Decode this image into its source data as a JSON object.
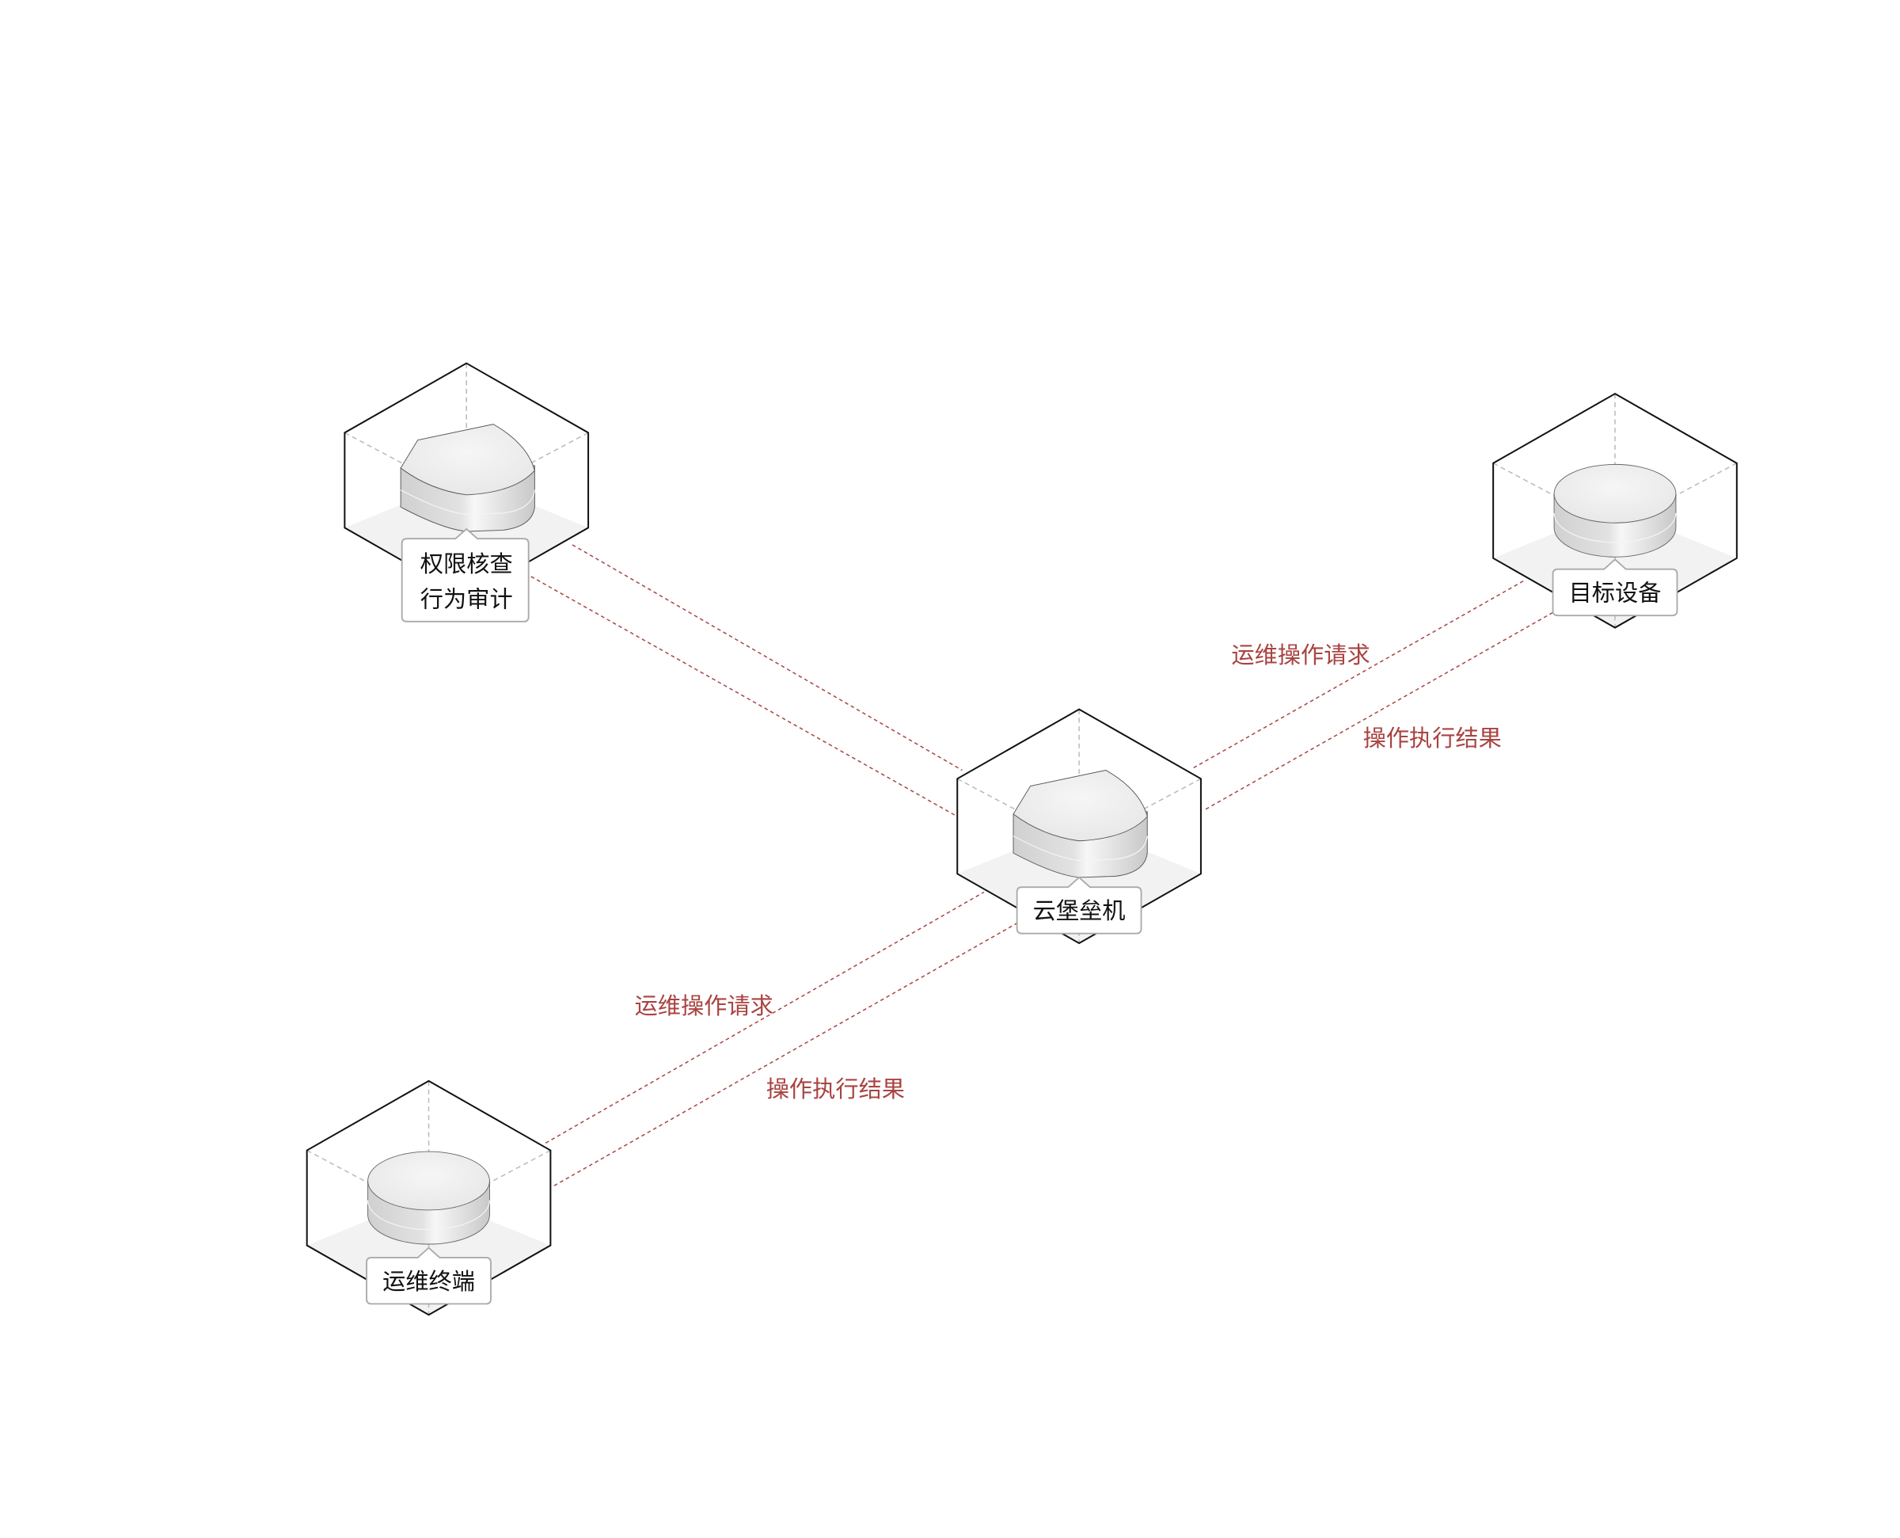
{
  "nodes": {
    "audit": {
      "line1": "权限核查",
      "line2": "行为审计"
    },
    "bastion": {
      "label": "云堡垒机"
    },
    "target": {
      "label": "目标设备"
    },
    "terminal": {
      "label": "运维终端"
    }
  },
  "edges": {
    "bastion_target_request": "运维操作请求",
    "bastion_target_result": "操作执行结果",
    "terminal_bastion_request": "运维操作请求",
    "terminal_bastion_result": "操作执行结果"
  },
  "colors": {
    "connector": "#a94a48",
    "edge_label": "#a94442"
  }
}
